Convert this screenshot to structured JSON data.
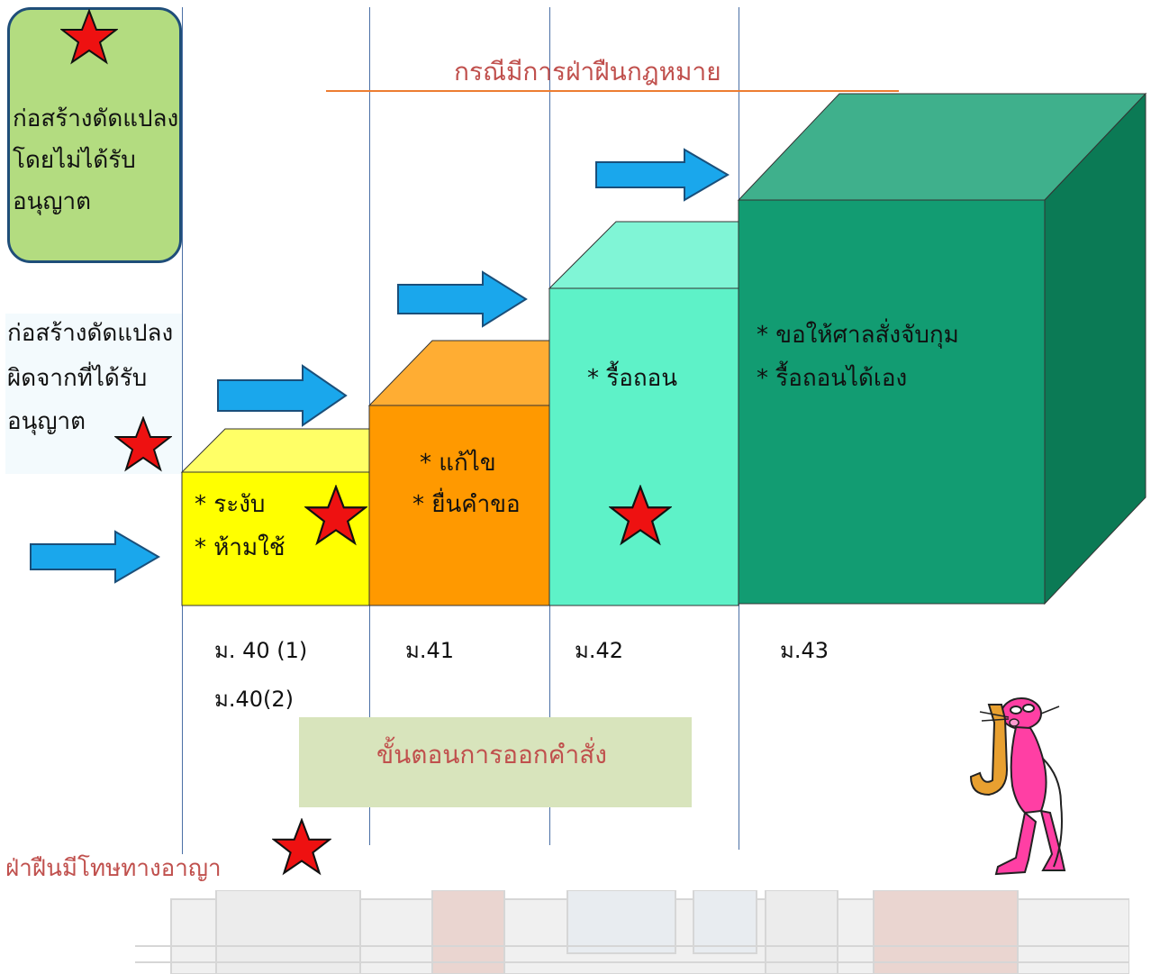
{
  "box_top_left": {
    "lines": [
      "ก่อสร้างดัดแปลง",
      "โดยไม่ได้รับ",
      "อนุญาต"
    ]
  },
  "side_text": {
    "lines": [
      "ก่อสร้างดัดแปลง",
      "ผิดจากที่ได้รับ",
      "อนุญาต"
    ]
  },
  "header": {
    "violation_title": "กรณีมีการฝ่าฝืนกฎหมาย"
  },
  "steps": [
    {
      "lines": [
        "* ระงับ",
        " * ห้ามใช้"
      ],
      "color": "#ffff00",
      "section_lines": [
        "ม. 40 (1)",
        "ม.40(2)"
      ]
    },
    {
      "lines": [
        "* แก้ไข",
        "*  ยื่นคำขอ"
      ],
      "color": "#ff9900",
      "section_lines": [
        "ม.41"
      ]
    },
    {
      "lines": [
        "* รื้อถอน"
      ],
      "color": "#5ef2c8",
      "section_lines": [
        "ม.42"
      ]
    },
    {
      "lines": [
        "*   ขอให้ศาลสั่งจับกุม",
        "*   รื้อถอนได้เอง"
      ],
      "color": "#129c72",
      "section_lines": [
        "ม.43"
      ]
    }
  ],
  "footer": {
    "process_label": "ขั้นตอนการออกคำสั่ง",
    "penalty_label": "ฝ่าฝืนมีโทษทางอาญา"
  },
  "icons": [
    "star-icon",
    "arrow-right-icon",
    "pink-panther-saxophone-icon"
  ],
  "colors": {
    "star_fill": "#ee1111",
    "arrow_fill": "#1aa7ec",
    "header_line": "#ed7d31",
    "red_text": "#c0504d",
    "process_box": "#d8e4bc"
  }
}
